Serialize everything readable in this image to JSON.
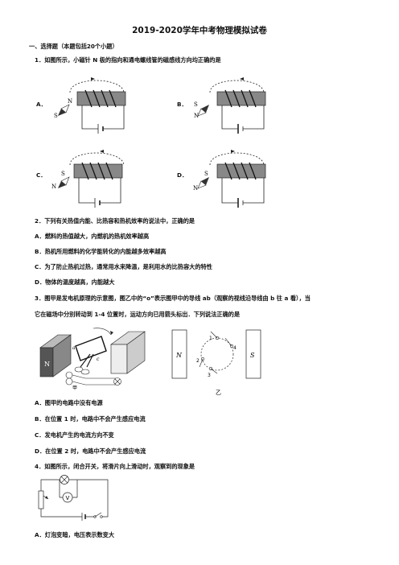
{
  "title": "2019-2020学年中考物理模拟试卷",
  "section1": "一、选择题（本题包括20个小题）",
  "q1": {
    "stem": "1．如图所示，小磁针 N 极的指向和通电螺线管的磁感线方向均正确的是",
    "options": [
      "A．",
      "B．",
      "C．",
      "D．"
    ],
    "pole_n": "N",
    "pole_s": "S"
  },
  "q2": {
    "stem": "2．下列有关热值内能、比热容和热机效率的说法中，正确的是",
    "options": [
      "A．燃料的热值越大，内燃机的热机效率越高",
      "B．热机所用燃料的化学能转化的内能越多效率越高",
      "C．为了防止热机过热，通常用水来降温，是利用水的比热容大的特性",
      "D．物体的温度越高，内能越大"
    ]
  },
  "q3": {
    "stem_line1": "3．图甲是发电机原理的示意图，图乙中的“o”表示图甲中的导线 ab（观察的视线沿导线由 b 往 a 看），当",
    "stem_line2": "它在磁场中分别转动到 1-4 位置时，运动方向已用箭头标出．下列说法正确的是",
    "fig_jia": {
      "N": "N",
      "a": "a",
      "c": "c",
      "jia": "甲"
    },
    "fig_yi": {
      "N": "N",
      "S": "S",
      "p1": "1",
      "p2": "2",
      "p3": "3",
      "p4": "4",
      "yi": "乙"
    },
    "options": [
      "A．图甲的电路中没有电源",
      "B．在位置 1 时，电路中不会产生感应电流",
      "C．发电机产生的电流方向不变",
      "D．在位置 2 时，电路中不会产生感应电流"
    ]
  },
  "q4": {
    "stem": "4．如图所示，闭合开关，将滑片向上滑动时，观察到的现象是",
    "meter": "V",
    "options": [
      "A．灯泡变暗，电压表示数变大"
    ]
  }
}
